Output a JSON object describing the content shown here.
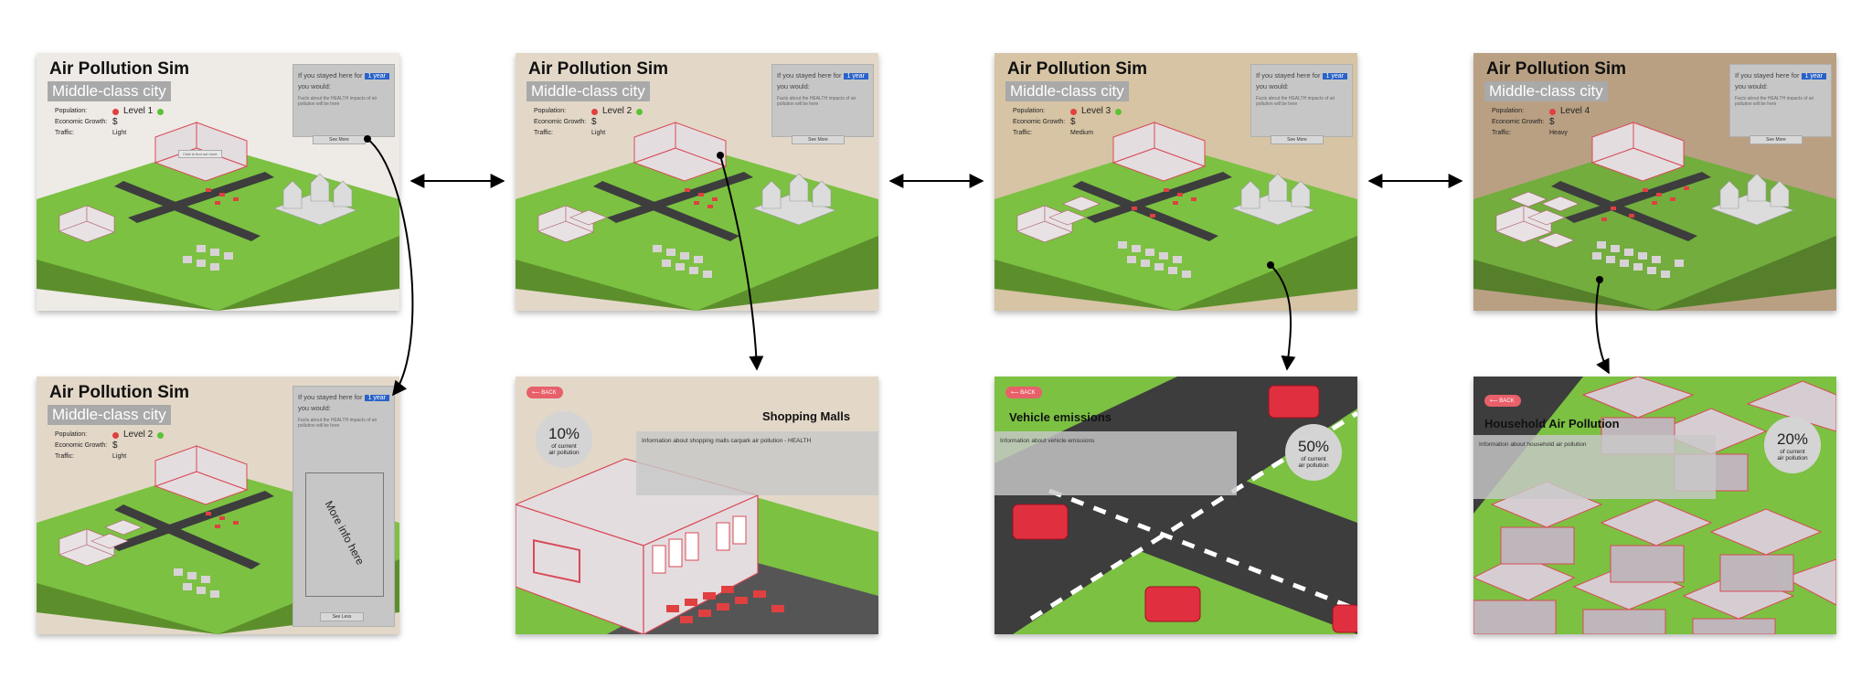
{
  "app": {
    "title": "Air Pollution Sim",
    "subtitle": "Middle-class city",
    "population_label": "Population:",
    "growth_label": "Economic Growth:",
    "traffic_label": "Traffic:",
    "growth_value": "$",
    "question_line1": "If you stayed here for",
    "question_line2": "you would:",
    "year_select": "1 year",
    "facts_text": "Facts about the HEALTH impacts of air pollution will be here",
    "see_more": "See More",
    "see_less": "See Less",
    "more_info": "More info here",
    "store_tooltip": "Click to find out more"
  },
  "screens": [
    {
      "level": "Level 1",
      "traffic": "Light",
      "bg": "#eeeae6"
    },
    {
      "level": "Level 2",
      "traffic": "Light",
      "bg": "#e3d8c8"
    },
    {
      "level": "Level 3",
      "traffic": "Medium",
      "bg": "#d6c4a4"
    },
    {
      "level": "Level 4",
      "traffic": "Heavy",
      "bg": "#b9a083"
    },
    {
      "level": "Level 2",
      "traffic": "Light",
      "bg": "#e3d8c8"
    }
  ],
  "details": {
    "back_label": "BACK",
    "malls": {
      "title": "Shopping Malls",
      "info": "Information about shopping malls carpark air pollution - HEALTH",
      "percent": "10%",
      "percent_caption_1": "of current",
      "percent_caption_2": "air pollution"
    },
    "vehicles": {
      "title": "Vehicle emissions",
      "info": "Information about vehicle emissions",
      "percent": "50%",
      "percent_caption_1": "of current",
      "percent_caption_2": "air pollution"
    },
    "household": {
      "title": "Household Air Pollution",
      "info": "Information about household air pollution",
      "percent": "20%",
      "percent_caption_1": "of current",
      "percent_caption_2": "air pollution"
    }
  },
  "colors": {
    "grass": "#7cc142",
    "road": "#3d3d3d",
    "accent_blue": "#2a62c8",
    "back_button": "#e8606a",
    "building": "#e4dde0",
    "building_outline": "#d84a56"
  },
  "icons": {
    "status_bad": "red-dot-icon",
    "status_good": "green-dot-icon",
    "back": "back-arrow-icon"
  }
}
